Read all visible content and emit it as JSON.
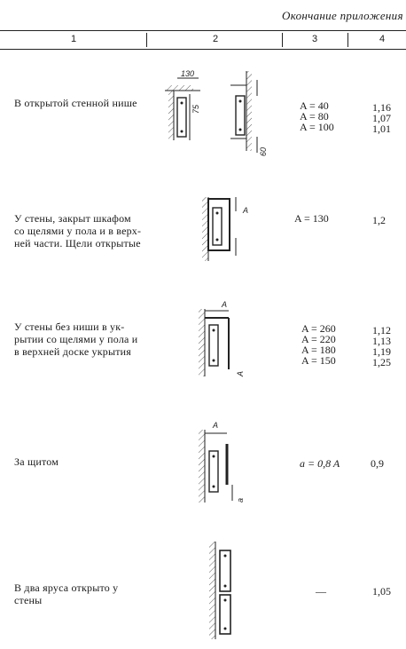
{
  "header": {
    "title": "Окончание приложения Х"
  },
  "columns": [
    "1",
    "2",
    "3",
    "4"
  ],
  "rows": [
    {
      "desc": [
        "В открытой стенной нише"
      ],
      "values": [
        "A = 40",
        "A = 80",
        "A = 100"
      ],
      "coefs": [
        "1,16",
        "1,07",
        "1,01"
      ],
      "dims": [
        "130",
        "75",
        "60"
      ]
    },
    {
      "desc": [
        "У стены, закрыт шкафом",
        "со щелями у пола и в верх-",
        "ней части. Щели открытые"
      ],
      "values": [
        "A = 130"
      ],
      "coefs": [
        "1,2"
      ],
      "dims": [
        "A"
      ]
    },
    {
      "desc": [
        "У стены без ниши в ук-",
        "рытии со щелями у пола и",
        "в верхней доске укрытия"
      ],
      "values": [
        "A = 260",
        "A = 220",
        "A = 180",
        "A = 150"
      ],
      "coefs": [
        "1,12",
        "1,13",
        "1,19",
        "1,25"
      ],
      "dims": [
        "A",
        "A"
      ]
    },
    {
      "desc": [
        "За щитом"
      ],
      "values": [
        "a = 0,8 A"
      ],
      "coefs": [
        "0,9"
      ],
      "dims": [
        "A",
        "a"
      ]
    },
    {
      "desc": [
        "В два яруса открыто у",
        "стены"
      ],
      "values": [
        "—"
      ],
      "coefs": [
        "1,05"
      ]
    }
  ]
}
